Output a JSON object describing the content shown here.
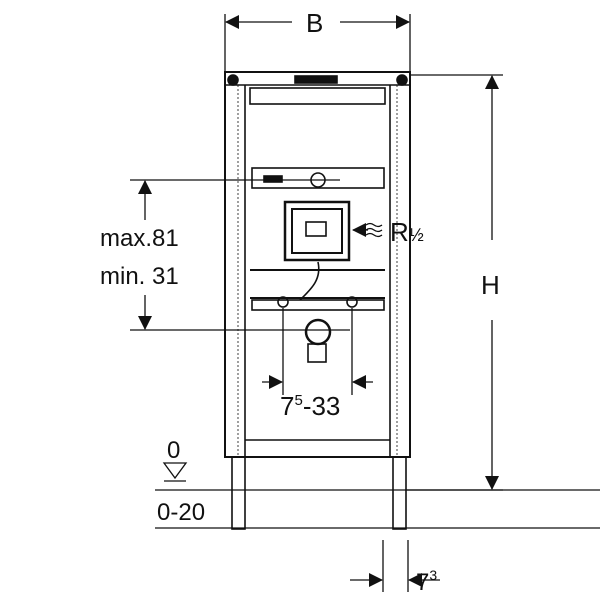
{
  "dimensions": {
    "width_label": "B",
    "height_label": "H",
    "max_label": "max.81",
    "min_label": "min. 31",
    "connection_label": "R",
    "connection_fraction": "½",
    "spacing_base": "7",
    "spacing_sup": "5",
    "spacing_rest": "-33",
    "floor_zero": "0",
    "floor_range": "0-20",
    "offset_base": "7",
    "offset_sup": "3"
  },
  "colors": {
    "line": "#111111",
    "background": "#ffffff"
  }
}
